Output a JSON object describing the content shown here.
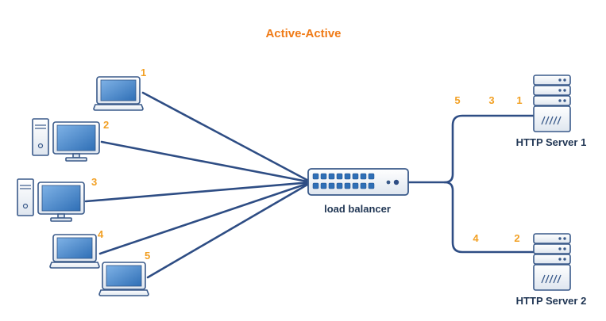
{
  "title": "Active-Active",
  "load_balancer": {
    "label": "load balancer"
  },
  "clients": [
    {
      "number": "1",
      "icon": "laptop-icon"
    },
    {
      "number": "2",
      "icon": "desktop-computer-icon"
    },
    {
      "number": "3",
      "icon": "desktop-computer-icon"
    },
    {
      "number": "4",
      "icon": "laptop-icon"
    },
    {
      "number": "5",
      "icon": "laptop-icon"
    }
  ],
  "servers": [
    {
      "label": "HTTP Server 1",
      "request_numbers": [
        "5",
        "3",
        "1"
      ],
      "icon": "server-rack-icon"
    },
    {
      "label": "HTTP Server 2",
      "request_numbers": [
        "4",
        "2"
      ],
      "icon": "server-rack-icon"
    }
  ],
  "colors": {
    "title": "#f07b17",
    "numbers": "#f2a024",
    "wire": "#2e4d84",
    "device": "#3a5a8a",
    "screen": "#4d8fd0"
  }
}
